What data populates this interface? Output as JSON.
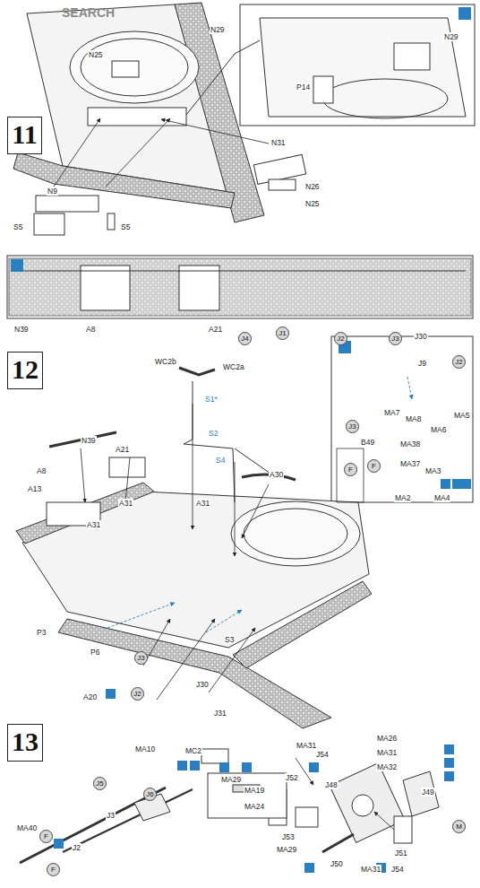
{
  "diagram": {
    "nodes": [
      {
        "text": [
          "11"
        ]
      },
      {
        "text": [
          "12"
        ]
      },
      {
        "text": [
          "13"
        ]
      },
      {
        "text": [
          "J4"
        ]
      },
      {
        "text": [
          "J1"
        ]
      },
      {
        "text": [
          "J2"
        ]
      },
      {
        "text": [
          "J3"
        ]
      },
      {
        "text": [
          "J3"
        ]
      },
      {
        "text": [
          "J2"
        ]
      },
      {
        "text": [
          "J2"
        ]
      },
      {
        "text": [
          "J3"
        ]
      },
      {
        "text": [
          "F"
        ]
      },
      {
        "text": [
          "F"
        ]
      },
      {
        "text": [
          "J5"
        ]
      },
      {
        "text": [
          "J6"
        ]
      },
      {
        "text": [
          "F"
        ]
      },
      {
        "text": [
          "F"
        ]
      },
      {
        "text": [
          "M"
        ]
      }
    ],
    "labels": [
      "SEARCH",
      "N29",
      "N25",
      "N29",
      "P14",
      "N31",
      "N26",
      "N25",
      "N9",
      "S5",
      "S5",
      "N39",
      "A8",
      "A21",
      "J30",
      "WC2b",
      "WC2a",
      "S1*",
      "S2",
      "S4",
      "N39",
      "A21",
      "A30",
      "A8",
      "A13",
      "A31",
      "A31",
      "A31",
      "P3",
      "P6",
      "S3",
      "A20",
      "J30",
      "J31",
      "J9",
      "MA7",
      "MA8",
      "MA6",
      "MA5",
      "B49",
      "MA38",
      "MA37",
      "MA3",
      "MA2",
      "MA4",
      "MA10",
      "MC2",
      "MA40",
      "J2",
      "J3",
      "MA26",
      "MA31",
      "MA32",
      "MA31",
      "J54",
      "J52",
      "J48",
      "J49",
      "MA29",
      "MA19",
      "MA24",
      "MA29",
      "J53",
      "J50",
      "J51",
      "MA31",
      "J54"
    ]
  }
}
